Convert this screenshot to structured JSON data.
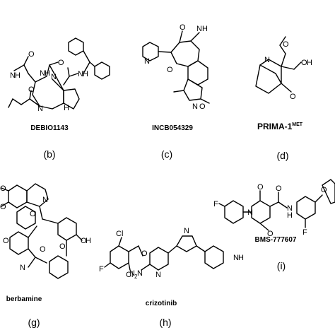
{
  "compounds": [
    {
      "id": "b",
      "name": "DEBIO1143",
      "panel": "(b)"
    },
    {
      "id": "c",
      "name": "INCB054329",
      "panel": "(c)"
    },
    {
      "id": "d",
      "name": "PRIMA-1",
      "name_sup": "MET",
      "panel": "(d)"
    },
    {
      "id": "g",
      "name": "berbamine",
      "panel": "(g)"
    },
    {
      "id": "h",
      "name": "crizotinib",
      "panel": "(h)"
    },
    {
      "id": "i",
      "name": "BMS-777607",
      "panel": "(i)"
    }
  ],
  "atoms": {
    "b": [
      "N",
      "H",
      "N",
      "H",
      "O",
      "O",
      "N",
      "N",
      "H",
      "O",
      "N",
      "H"
    ],
    "c": [
      "N",
      "O",
      "N",
      "H",
      "O",
      "N",
      "O"
    ],
    "d": [
      "N",
      "O",
      "O",
      "H",
      "O"
    ],
    "g": [
      "O",
      "O",
      "O",
      "N",
      "O",
      "O",
      "O",
      "H",
      "N",
      "O"
    ],
    "h": [
      "Cl",
      "F",
      "Cl",
      "O",
      "N",
      "H",
      "2",
      "N",
      "N",
      "N",
      "N",
      "H"
    ],
    "i": [
      "F",
      "N",
      "O",
      "O",
      "N",
      "H",
      "O",
      "F",
      "O"
    ]
  }
}
